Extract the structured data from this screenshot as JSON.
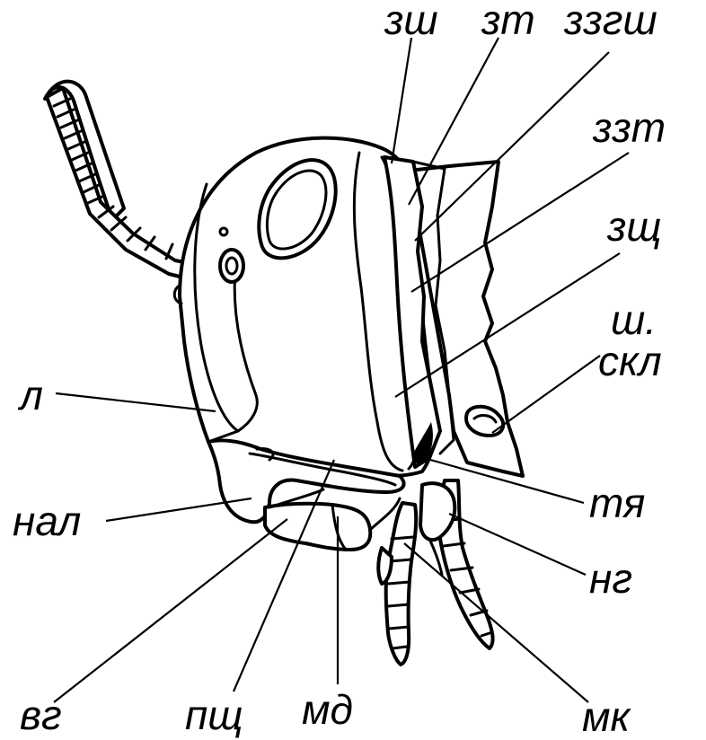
{
  "labels": {
    "zsh": "зш",
    "zt": "зт",
    "zzgsh": "ззгш",
    "zzt": "ззт",
    "zshch": "зщ",
    "sh": "ш.",
    "skl": "скл",
    "l": "л",
    "nal": "нал",
    "tya": "тя",
    "ng": "нг",
    "vg": "вг",
    "pshch": "пщ",
    "md": "мд",
    "mk": "мк"
  }
}
